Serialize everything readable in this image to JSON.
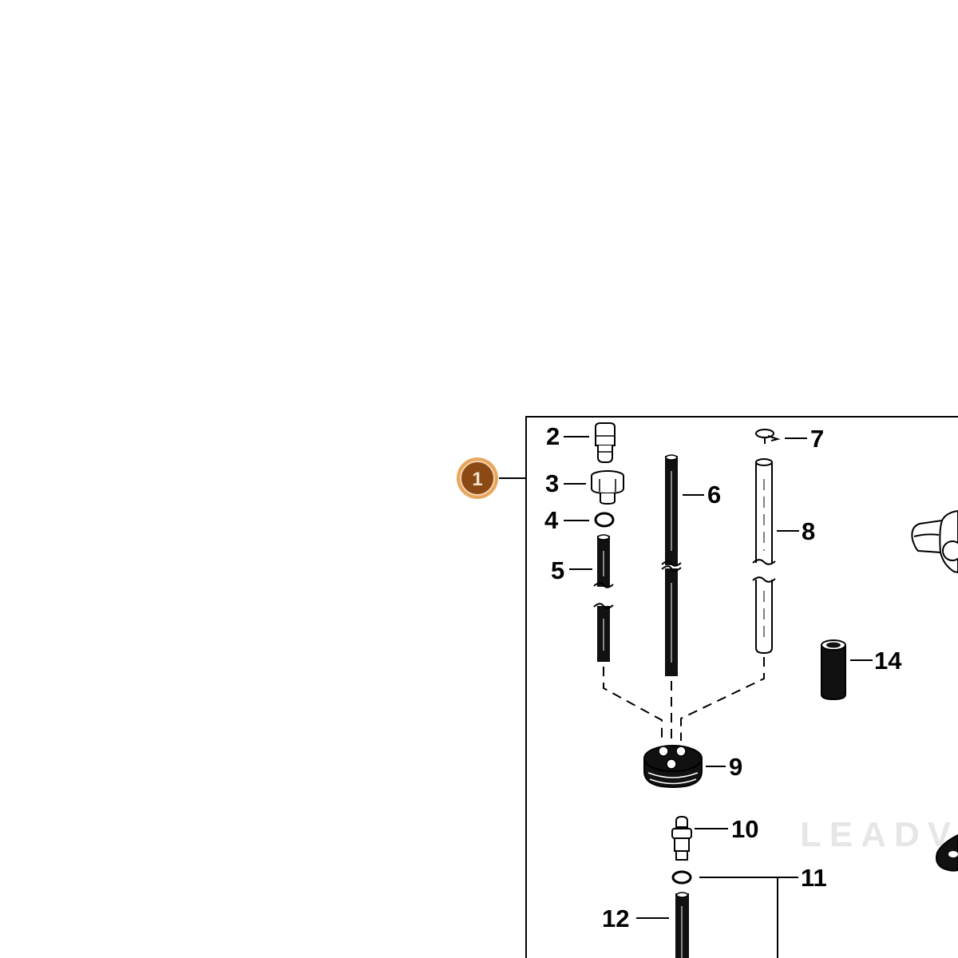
{
  "diagram": {
    "badge": {
      "label": "1",
      "fill": "#8B4A14",
      "ring": "#E8A55C",
      "text_color": "#F2E3D0"
    },
    "callouts": {
      "c2": "2",
      "c3": "3",
      "c4": "4",
      "c5": "5",
      "c6": "6",
      "c7": "7",
      "c8": "8",
      "c9": "9",
      "c10": "10",
      "c11": "11",
      "c12": "12",
      "c14": "14"
    },
    "watermark": {
      "text": "LEADV",
      "color": "#E6E6E6"
    },
    "colors": {
      "line": "#000000",
      "background": "#FFFFFF",
      "hose_black": "#111111"
    }
  }
}
